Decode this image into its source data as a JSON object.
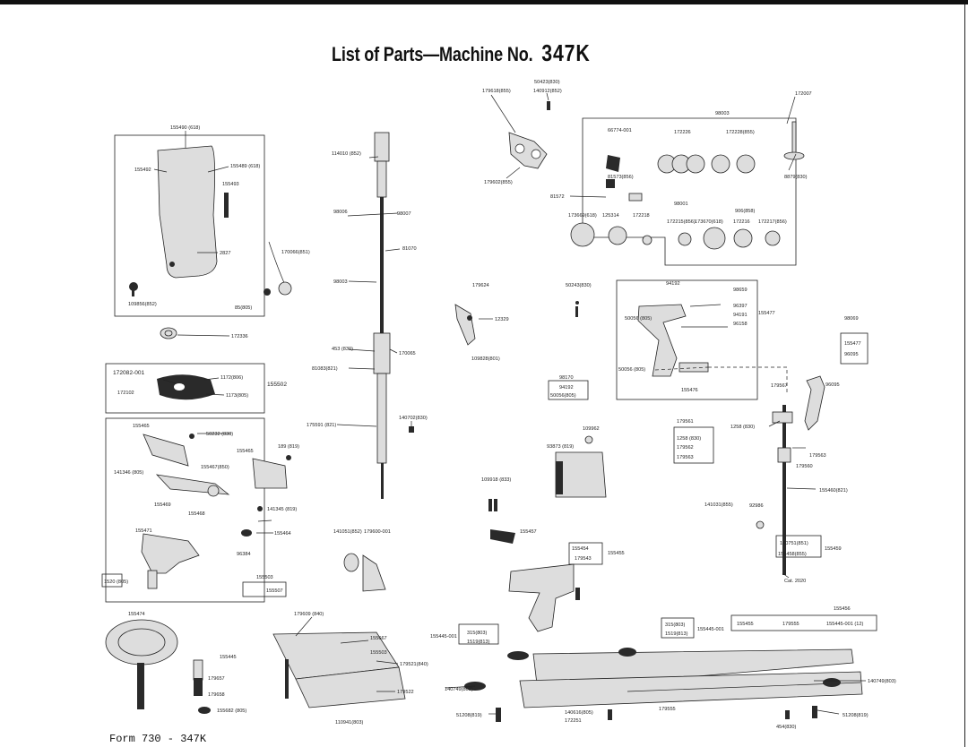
{
  "title": "List of Parts—Machine No.",
  "model": "347K",
  "form_no": "Form 730 - 347K",
  "labels": [
    "155490 (618)",
    "155489 (618)",
    "155492",
    "155493",
    "2827",
    "109856(852)",
    "85(805)",
    "172336",
    "172082-001",
    "172102",
    "1172(806)",
    "1173(805)",
    "155502",
    "155465",
    "50232 (830)",
    "155465",
    "189 (819)",
    "155467(850)",
    "141346 (805)",
    "155469",
    "155468",
    "141345 (819)",
    "155471",
    "155464",
    "96384",
    "1520 (805)",
    "155503",
    "155474",
    "155507",
    "114010 (852)",
    "98006",
    "98007",
    "170066(851)",
    "81070",
    "98003",
    "453 (830)",
    "170065",
    "81083(821)",
    "175591 (821)",
    "140702(830)",
    "141051(852)",
    "179600-001",
    "179609 (840)",
    "155667",
    "155503",
    "155445",
    "179657",
    "179658",
    "155682 (805)",
    "179521(840)",
    "179522",
    "110941(803)",
    "50423(830)",
    "179618(855)",
    "140912(852)",
    "179602(855)",
    "172007",
    "98003",
    "66774-001",
    "172226",
    "172228(855)",
    "81573(856)",
    "8879(830)",
    "81572",
    "98001",
    "906(858)",
    "173669(618)",
    "125314",
    "172218",
    "172215(856)",
    "173670(618)",
    "172216",
    "172217(856)",
    "179624",
    "50243(830)",
    "12329",
    "109828(801)",
    "94192",
    "98659",
    "96397",
    "94191",
    "96158",
    "155477",
    "50056 (805)",
    "98069",
    "155477",
    "96095",
    "98170",
    "94192",
    "50056(805)",
    "50056 (805)",
    "155476",
    "179567",
    "96095",
    "109962",
    "93873 (819)",
    "109918 (833)",
    "155457",
    "179561",
    "1258 (830)",
    "1258 (830)",
    "179562",
    "179563",
    "179563",
    "179560",
    "155460(821)",
    "141031(855)",
    "92986",
    "140751(851)",
    "155458(855)",
    "155459",
    "Cat. 2020",
    "155454",
    "179543",
    "155455",
    "155456",
    "155455",
    "179555",
    "155445-001 (12)",
    "155445-001",
    "315(803)",
    "1519(813)",
    "315(803)",
    "1519(813)",
    "155445-001",
    "140749(803)",
    "140749(803)",
    "51208(819)",
    "140616(805)",
    "172251",
    "179555",
    "51208(819)",
    "454(830)"
  ]
}
